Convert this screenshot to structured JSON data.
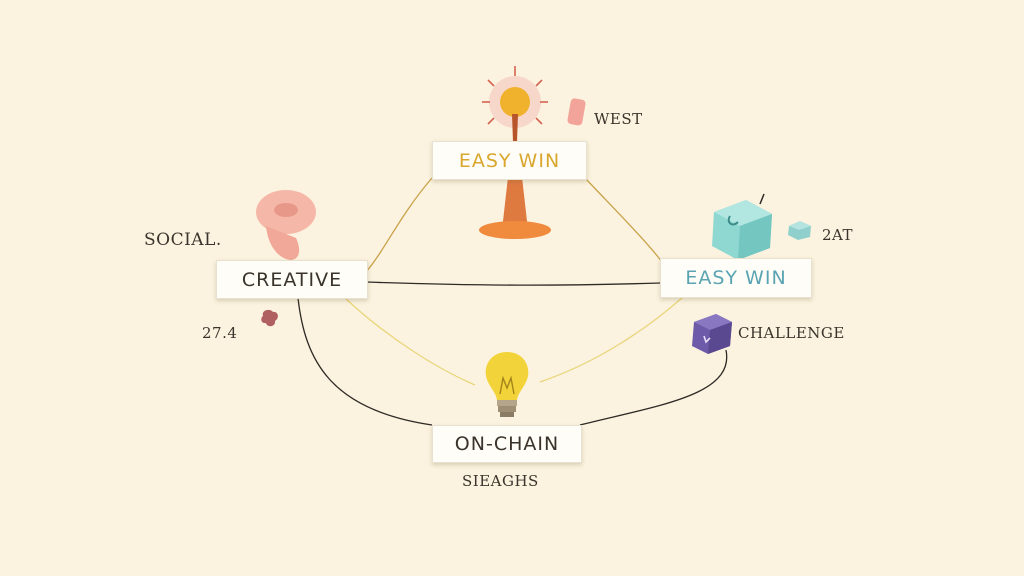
{
  "nodes": {
    "top": {
      "label": "EASY WIN",
      "color": "#d9a72e"
    },
    "left": {
      "label": "CREATIVE",
      "color": "#3a332c"
    },
    "right": {
      "label": "EASY WIN",
      "color": "#5aa3b3"
    },
    "bottom": {
      "label": "ON-CHAIN",
      "color": "#3a332c"
    }
  },
  "labels": {
    "west": "WEST",
    "social": "SOCIAL.",
    "zat": "2AT",
    "num": "27.4",
    "challenge": "CHALLENGE",
    "sieaghs": "SIEAGHS"
  },
  "icons": [
    "sun-tower-icon",
    "eraser-icon",
    "pink-pedestal-icon",
    "teal-cube-icon",
    "small-teal-cube-icon",
    "purple-cube-icon",
    "maroon-blob-icon",
    "lightbulb-icon"
  ],
  "colors": {
    "background": "#fbf3df",
    "link_gold": "#cfa53f",
    "link_dark": "#2f2a26",
    "link_pale": "#e9d57a"
  }
}
